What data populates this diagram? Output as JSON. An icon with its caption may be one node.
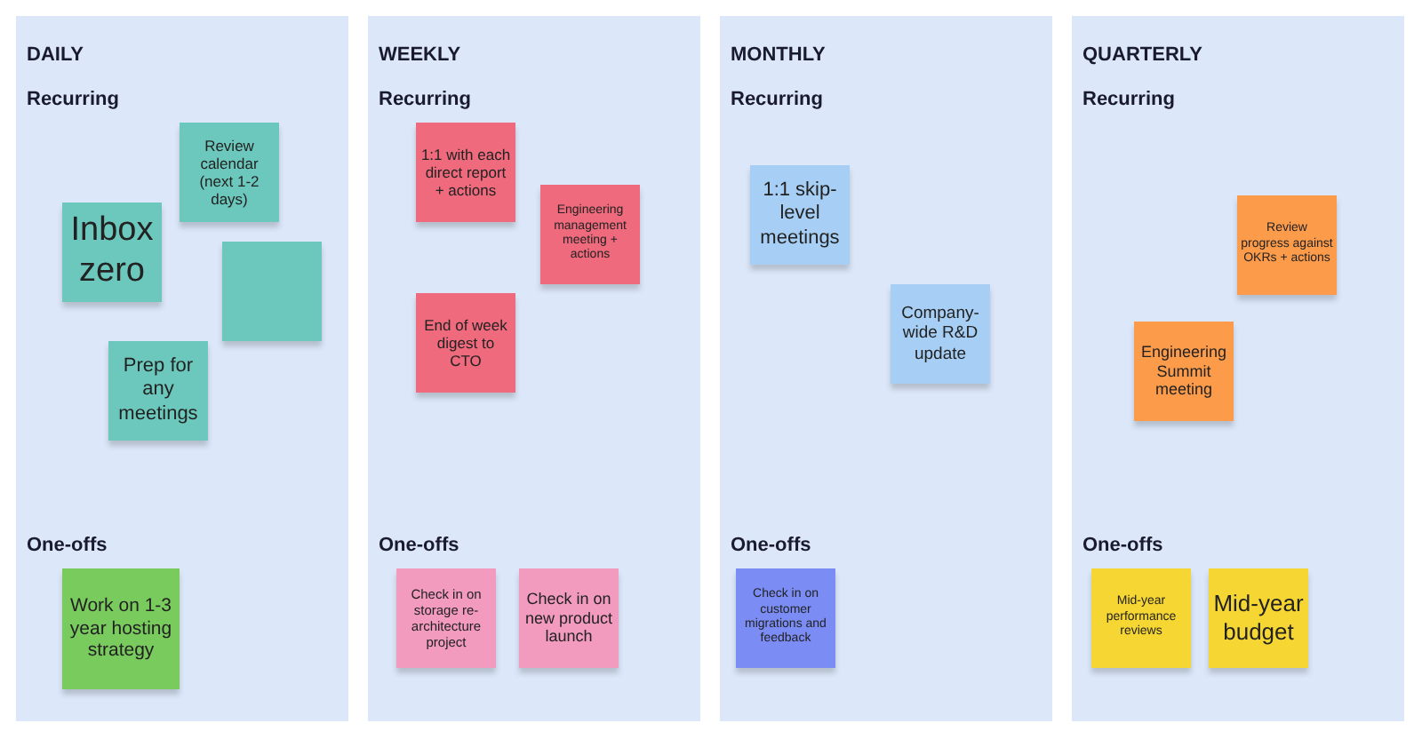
{
  "diagram": {
    "nodes": [
      {
        "text": [
          "DAILY",
          "Recurring",
          "One-offs"
        ]
      },
      {
        "text": [
          "Review calendar (next 1-2 days)"
        ],
        "in": 0
      },
      {
        "text": [
          "Inbox zero"
        ],
        "in": 0
      },
      {
        "text": [],
        "shape": "box",
        "in": 0
      },
      {
        "text": [
          "Prep for any meetings"
        ],
        "in": 0
      },
      {
        "text": [
          "Work on 1-3 year hosting strategy"
        ],
        "in": 0
      },
      {
        "text": [
          "WEEKLY",
          "Recurring",
          "One-offs"
        ]
      },
      {
        "text": [
          "1:1 with each direct report + actions"
        ],
        "in": 6
      },
      {
        "text": [
          "Engineering management meeting + actions"
        ],
        "in": 6
      },
      {
        "text": [
          "End of week digest to CTO"
        ],
        "in": 6
      },
      {
        "text": [
          "Check in on storage re-architecture project"
        ],
        "in": 6
      },
      {
        "text": [
          "Check in on new product launch"
        ],
        "in": 6
      },
      {
        "text": [
          "MONTHLY",
          "Recurring",
          "One-offs"
        ]
      },
      {
        "text": [
          "1:1 skip-level meetings"
        ],
        "in": 12
      },
      {
        "text": [
          "Company-wide R&D update"
        ],
        "in": 12
      },
      {
        "text": [
          "Check in on customer migrations and feedback"
        ],
        "in": 12
      },
      {
        "text": [
          "QUARTERLY",
          "Recurring",
          "One-offs"
        ]
      },
      {
        "text": [
          "Review progress against OKRs + actions"
        ],
        "in": 16
      },
      {
        "text": [
          "Engineering Summit meeting"
        ],
        "in": 16
      },
      {
        "text": [
          "Mid-year performance reviews"
        ],
        "in": 16
      },
      {
        "text": [
          "Mid-year budget"
        ],
        "in": 16
      }
    ]
  }
}
